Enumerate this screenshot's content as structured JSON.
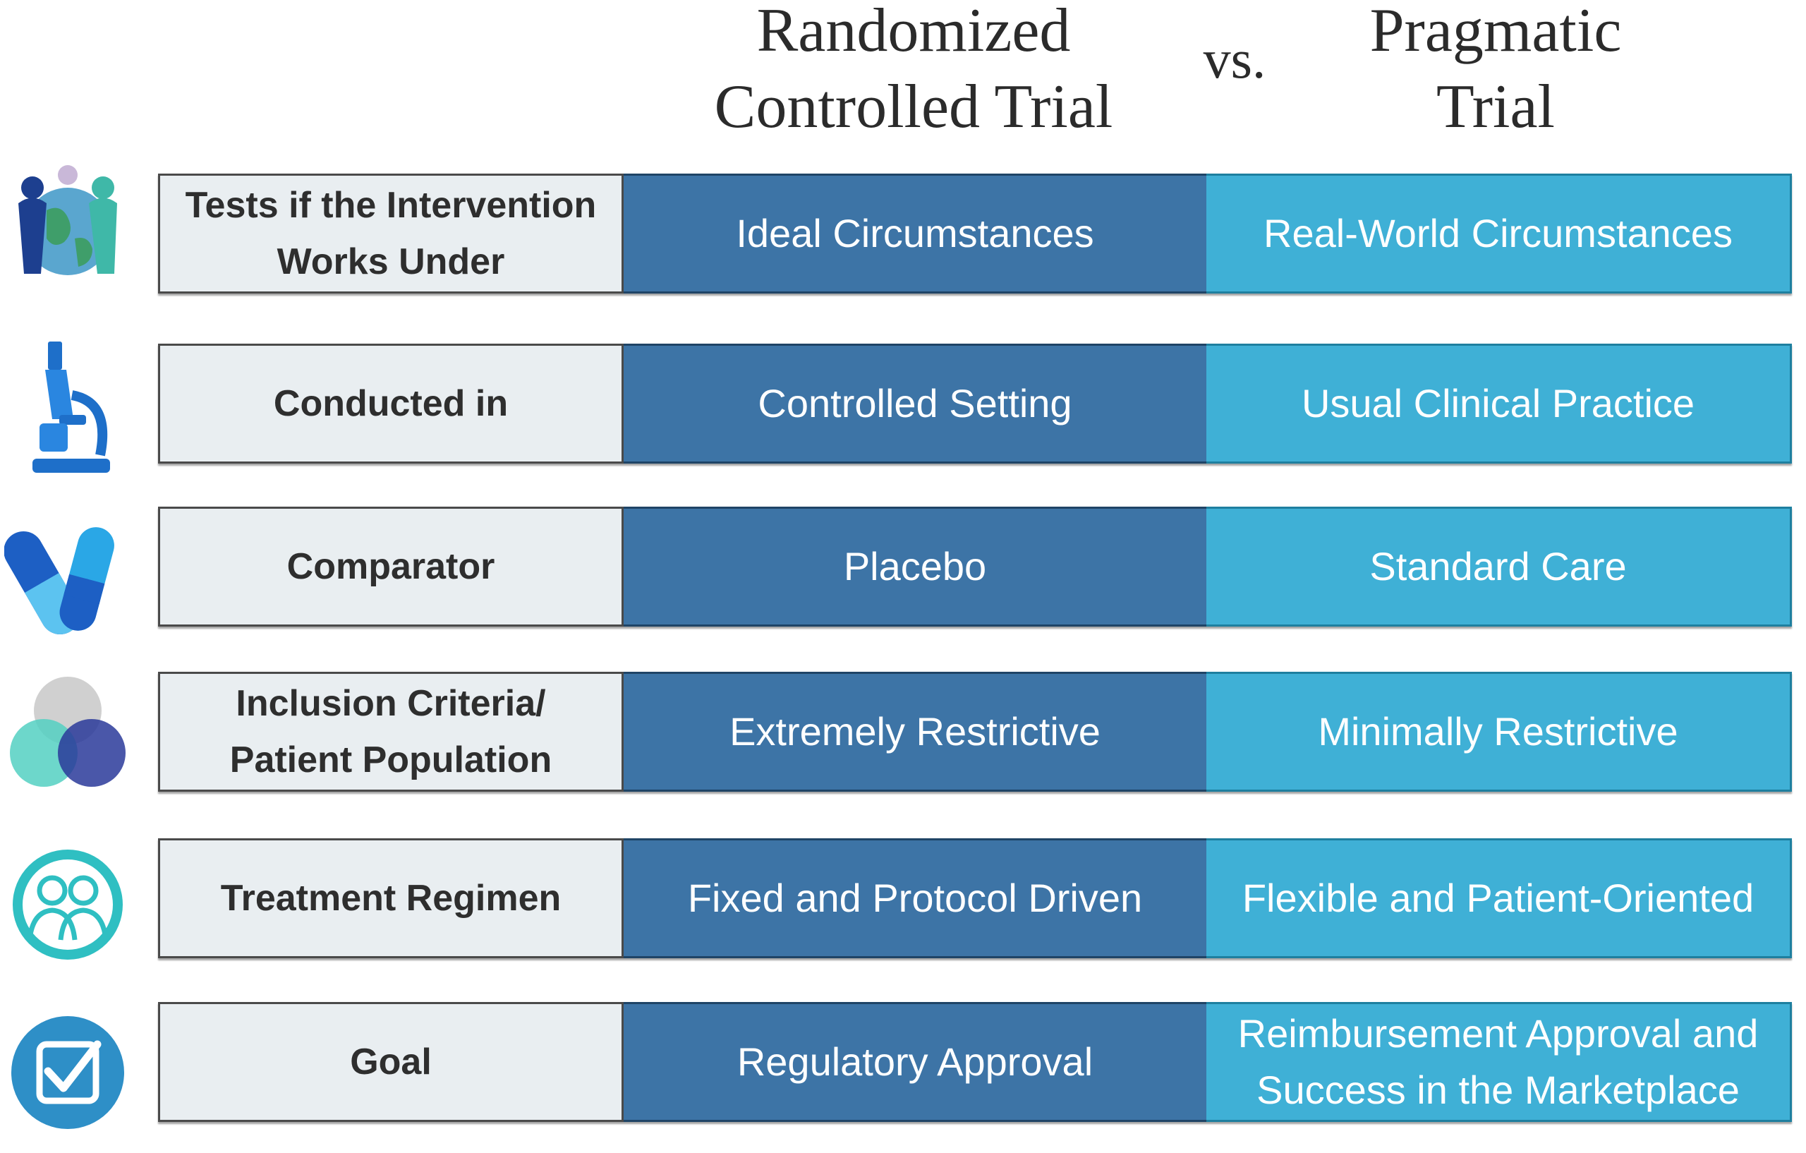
{
  "header": {
    "rct_lines": [
      "Randomized",
      "Controlled Trial"
    ],
    "vs": "vs.",
    "pragmatic_lines": [
      "Pragmatic",
      "Trial"
    ]
  },
  "rows": [
    {
      "icon": "globe-people-icon",
      "label_lines": [
        "Tests if the Intervention",
        "Works Under"
      ],
      "rct_lines": [
        "Ideal Circumstances"
      ],
      "pragmatic_lines": [
        "Real-World Circumstances"
      ]
    },
    {
      "icon": "microscope-icon",
      "label_lines": [
        "Conducted in"
      ],
      "rct_lines": [
        "Controlled Setting"
      ],
      "pragmatic_lines": [
        "Usual Clinical Practice"
      ]
    },
    {
      "icon": "capsules-icon",
      "label_lines": [
        "Comparator"
      ],
      "rct_lines": [
        "Placebo"
      ],
      "pragmatic_lines": [
        "Standard Care"
      ]
    },
    {
      "icon": "venn-diagram-icon",
      "label_lines": [
        "Inclusion Criteria/",
        "Patient Population"
      ],
      "rct_lines": [
        "Extremely Restrictive"
      ],
      "pragmatic_lines": [
        "Minimally Restrictive"
      ]
    },
    {
      "icon": "patients-circle-icon",
      "label_lines": [
        "Treatment Regimen"
      ],
      "rct_lines": [
        "Fixed and Protocol Driven"
      ],
      "pragmatic_lines": [
        "Flexible and Patient-Oriented"
      ]
    },
    {
      "icon": "checkbox-icon",
      "label_lines": [
        "Goal"
      ],
      "rct_lines": [
        "Regulatory Approval"
      ],
      "pragmatic_lines": [
        "Reimbursement Approval and",
        "Success in the Marketplace"
      ]
    }
  ],
  "colors": {
    "rct": "#3d74a6",
    "pragmatic": "#3fb0d6",
    "label_bg": "#e9eef1"
  }
}
